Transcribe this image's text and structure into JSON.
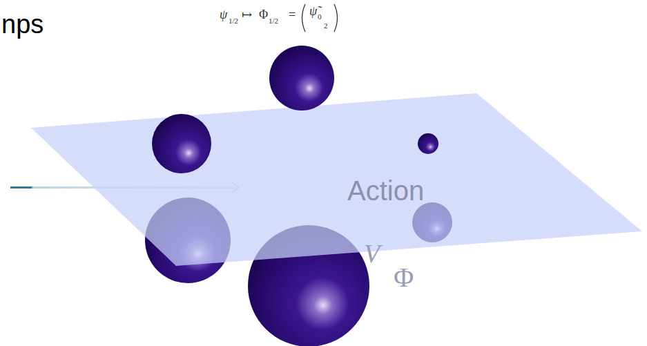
{
  "diagram": {
    "labels": [
      "nps",
      "ψ",
      "1/2",
      "↦",
      "Φ",
      "1/2",
      "=",
      "ψ̃",
      "0",
      "2",
      "Action",
      "V",
      "Φ"
    ]
  }
}
